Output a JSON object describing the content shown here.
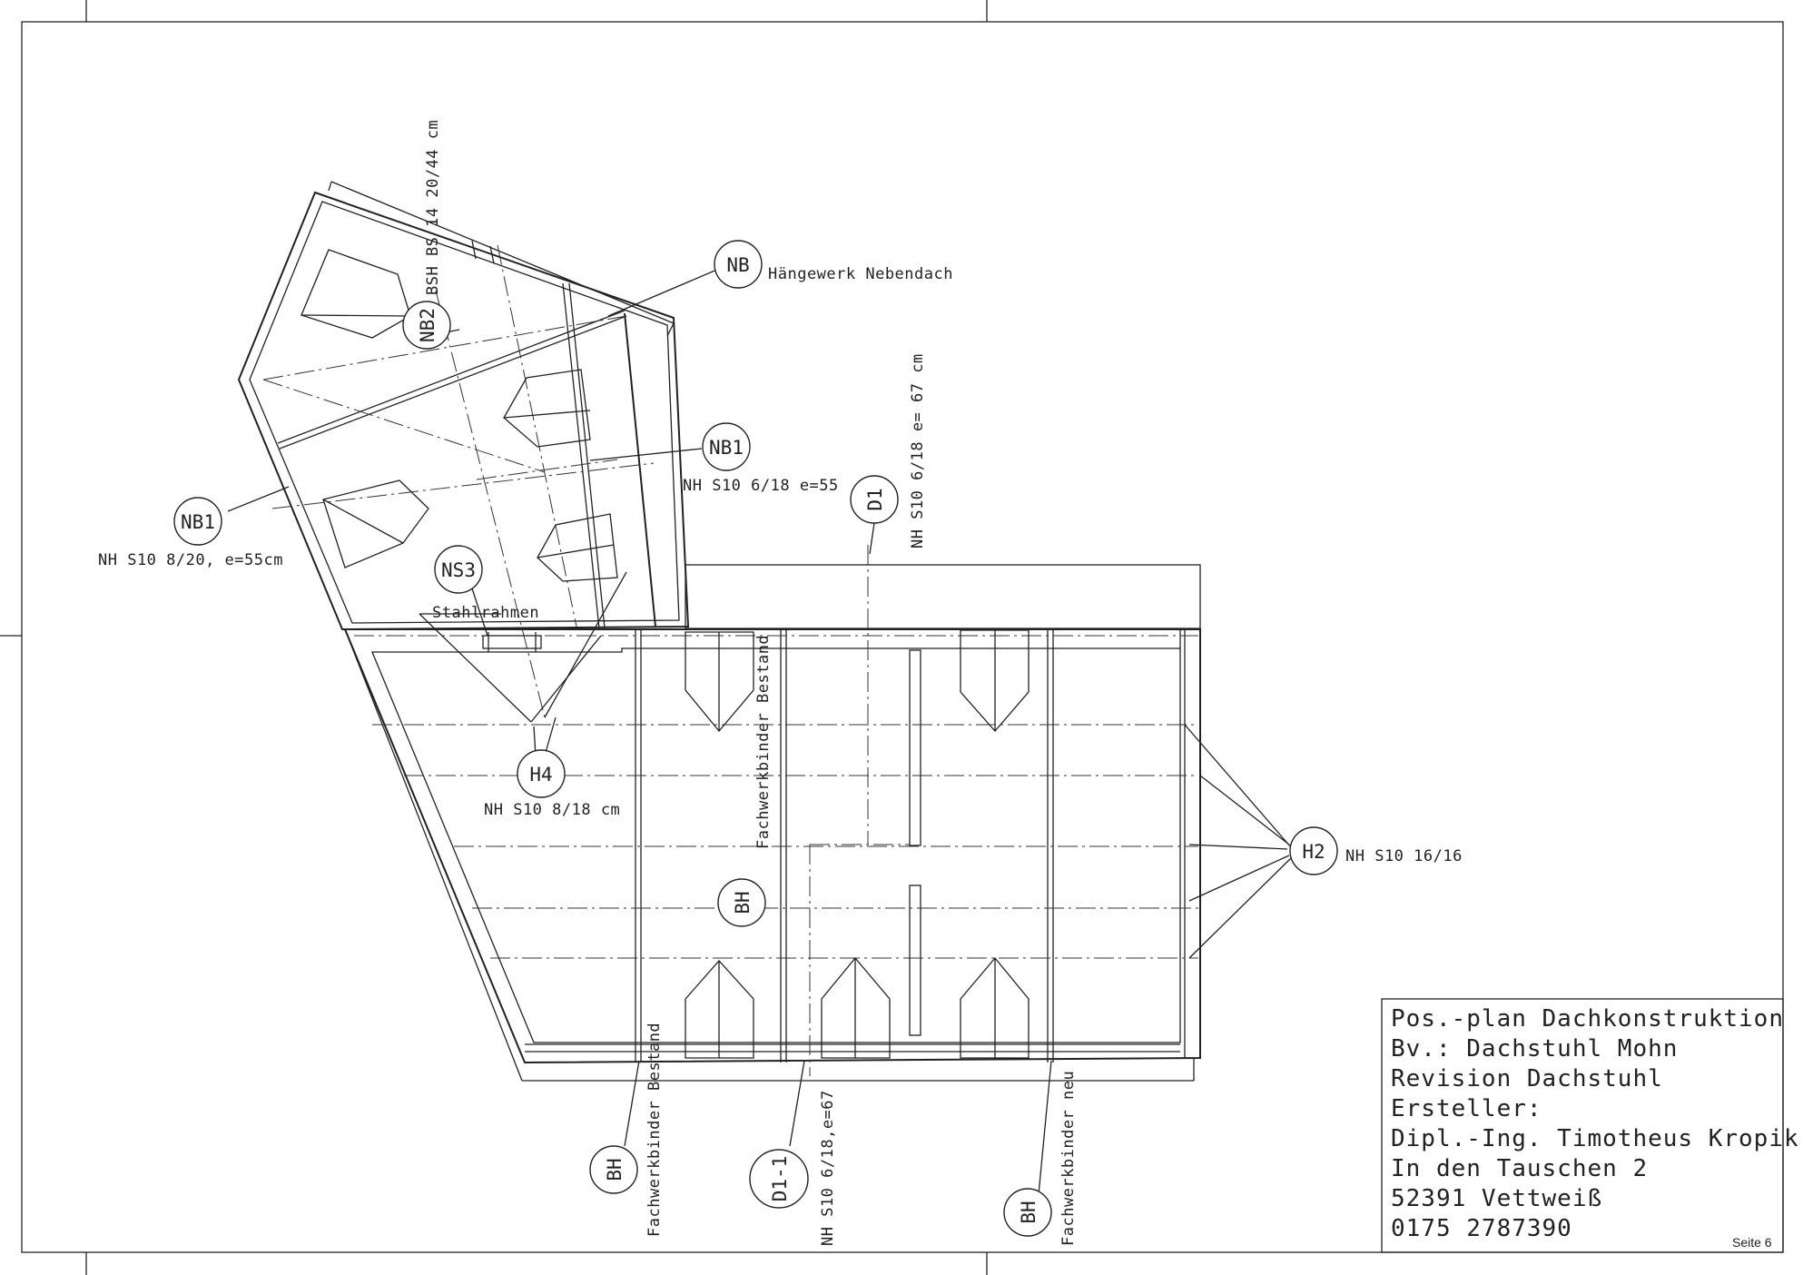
{
  "labels": {
    "nb": "NB",
    "nb_text": "Hängewerk Nebendach",
    "nb2": "NB2",
    "bsh": "BSH BS 14 20/44 cm",
    "nb1_right": "NB1",
    "nb1_right_text": "NH S10 6/18 e=55",
    "nb1_left": "NB1",
    "nb1_left_text": "NH S10 8/20, e=55cm",
    "ns3": "NS3",
    "ns3_text": "Stahlrahmen",
    "d1": "D1",
    "d1_text": "NH S10 6/18 e= 67 cm",
    "h4": "H4",
    "h4_text": "NH S10 8/18 cm",
    "fachwerk_top": "Fachwerkbinder Bestand",
    "bh_center": "BH",
    "h2": "H2",
    "h2_text": "NH S10 16/16",
    "bh_left": "BH",
    "fachwerk_left": "Fachwerkbinder Bestand",
    "d1_1": "D1-1",
    "d1_1_text": "NH S10 6/18,e=67",
    "bh_right": "BH",
    "fachwerk_right": "Fachwerkbinder neu"
  },
  "title_block": {
    "line1": "Pos.-plan Dachkonstruktion",
    "line2": "Bv.:  Dachstuhl Mohn",
    "line3": "Revision Dachstuhl",
    "line4": "Ersteller:",
    "line5": "Dipl.-Ing. Timotheus Kropik",
    "line6": "In den Tauschen 2",
    "line7": "52391 Vettweiß",
    "line8": "0175 2787390"
  },
  "page_number": "Seite 6"
}
